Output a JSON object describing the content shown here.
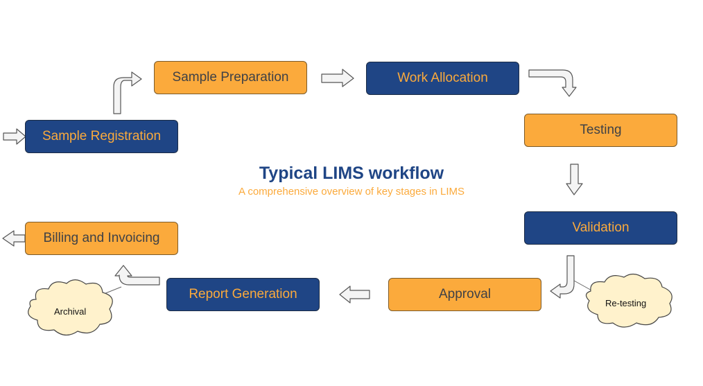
{
  "diagram": {
    "title": "Typical LIMS workflow",
    "subtitle": "A comprehensive overview of key stages in LIMS",
    "stages": {
      "sample_preparation": "Sample Preparation",
      "work_allocation": "Work Allocation",
      "sample_registration": "Sample Registration",
      "testing": "Testing",
      "validation": "Validation",
      "billing_and_invoicing": "Billing and Invoicing",
      "report_generation": "Report Generation",
      "approval": "Approval"
    },
    "notes": {
      "archival": "Archival",
      "re_testing": "Re-testing"
    },
    "colors": {
      "orange_fill": "#fbaa3c",
      "blue_fill": "#1f4585",
      "arrow_fill": "#f4f4f4",
      "cloud_fill": "#fff2cc"
    }
  }
}
